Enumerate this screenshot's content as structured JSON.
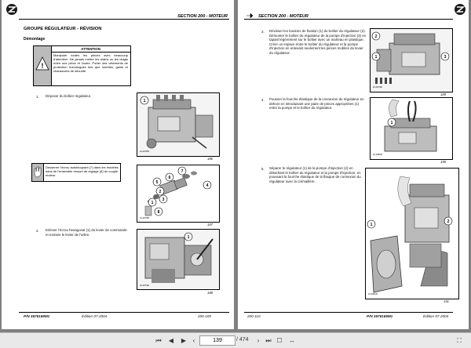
{
  "left_page": {
    "section": "SECTION 200 - MOTEUR",
    "title": "GROUPE RÉGULATEUR - RÉVISION",
    "subtitle": "Démontage",
    "warning": {
      "heading": "ATTENTION",
      "text": "Manipuler toutes les pièces avec beaucoup d'attention. Ne jamais mettre les mains ou les doigts entre une pièce et l'autre. Porter des vêtements de protection homologués tels que lunettes, gants et chaussures de sécurité."
    },
    "steps": [
      {
        "num": "1.",
        "text": "Déposer du boîtier régulateur."
      },
      {
        "num": "2.",
        "text": "Enlever l'écrou hexagonal (1) du levier de commande et extraire le levier de l'arbre."
      }
    ],
    "note": "Desserrer l'écrou autobloquant (7) dans les modèles dans de l'ensemble ressort de réglage (8) du couple moteur.",
    "figures": [
      {
        "number": "186",
        "id": "2L4078D",
        "callouts": [
          "1"
        ]
      },
      {
        "number": "187",
        "id": "2L4078D",
        "callouts": [
          "7",
          "6",
          "5",
          "4",
          "2",
          "3",
          "1",
          "8"
        ]
      },
      {
        "number": "188",
        "id": "2L4079D",
        "callouts": [
          "1"
        ]
      }
    ],
    "footer": {
      "pn": "P/N 3676169M1",
      "edition": "Édition 07-2004",
      "page": "200-109"
    }
  },
  "right_page": {
    "section": "SECTION 200 - MOTEUR",
    "steps": [
      {
        "num": "3.",
        "text": "Dévisser les boulons de fixation (1) du boîtier du régulateur (2). Démonter le boîtier du régulateur de la pompe d'injection (3) en tapant légèrement sur le boîtier avec un marteau en plastique. Créer un espace entre le boîtier du régulateur et la pompe d'injection en enlevant seulement les pièces mobiles du levier du régulateur."
      },
      {
        "num": "4.",
        "text": "Pousser la fourche élastique de la connexion du régulateur en dehors en introduisant une paire de pinces appropriées (1) entre la pompe et le boîtier du régulateur."
      },
      {
        "num": "5.",
        "text": "Séparer le régulateur (1) de la pompe d'injection (2) en détachant le boîtier du régulateur et la pompe d'injection, en poussant la fourche élastique de la flasque de connexion du régulateur avec la crémaillère."
      }
    ],
    "figures": [
      {
        "number": "189",
        "id": "2L4079D",
        "callouts": [
          "2",
          "1",
          "3"
        ]
      },
      {
        "number": "190",
        "id": "2L4080D",
        "callouts": [
          "1"
        ]
      },
      {
        "number": "191",
        "id": "2L4081D",
        "callouts": [
          "1",
          "2"
        ]
      }
    ],
    "footer": {
      "pn": "P/N 3676169M1",
      "edition": "Édition 07-2004",
      "page": "200-110"
    }
  },
  "toolbar": {
    "current_page": "139",
    "total_pages": "/ 474",
    "icons": [
      "first-page-icon",
      "prev-page-icon",
      "next-page-icon",
      "last-page-icon",
      "back-icon",
      "forward-icon",
      "fit-page-icon",
      "fit-width-icon",
      "fullscreen-icon"
    ]
  }
}
